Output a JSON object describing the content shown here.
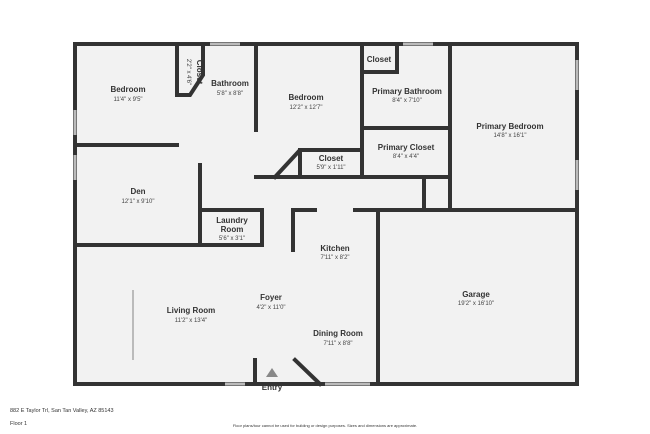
{
  "rooms": [
    {
      "name": "Bedroom",
      "dims": "11'4\" x 9'5\""
    },
    {
      "name": "Closet",
      "dims": "2'2\" x 4'6\""
    },
    {
      "name": "Bathroom",
      "dims": "5'8\" x 8'8\""
    },
    {
      "name": "Bedroom",
      "dims": "12'2\" x 12'7\""
    },
    {
      "name": "Closet",
      "dims": ""
    },
    {
      "name": "Primary Bathroom",
      "dims": "8'4\" x 7'10\""
    },
    {
      "name": "Primary Bedroom",
      "dims": "14'8\" x 16'1\""
    },
    {
      "name": "Primary Closet",
      "dims": "8'4\" x 4'4\""
    },
    {
      "name": "Closet",
      "dims": "5'9\" x 1'11\""
    },
    {
      "name": "Den",
      "dims": "12'1\" x 9'10\""
    },
    {
      "name": "Laundry Room",
      "dims": "5'6\" x 3'1\""
    },
    {
      "name": "Kitchen",
      "dims": "7'11\" x 8'2\""
    },
    {
      "name": "Garage",
      "dims": "19'2\" x 16'10\""
    },
    {
      "name": "Foyer",
      "dims": "4'2\" x 11'0\""
    },
    {
      "name": "Living Room",
      "dims": "11'2\" x 13'4\""
    },
    {
      "name": "Dining Room",
      "dims": "7'11\" x 8'8\""
    },
    {
      "name": "Entry",
      "dims": ""
    }
  ],
  "laundry_line1": "Laundry",
  "laundry_line2": "Room",
  "footer": {
    "address": "882 E Taylor Trl, San Tan Valley, AZ 85143",
    "floor": "Floor 1",
    "disclaimer": "Floor plans/tour cannot be used for building or design purposes. Sizes and dimensions are approximate."
  }
}
